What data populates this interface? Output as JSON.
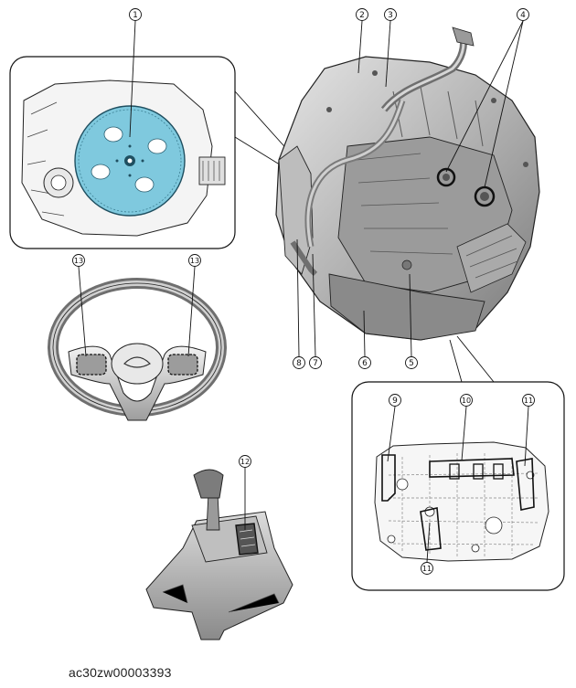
{
  "figure": {
    "code": "ac30zw00003393",
    "callouts": [
      {
        "id": "c1",
        "label": "1"
      },
      {
        "id": "c2",
        "label": "2"
      },
      {
        "id": "c3",
        "label": "3"
      },
      {
        "id": "c4",
        "label": "4"
      },
      {
        "id": "c5",
        "label": "5"
      },
      {
        "id": "c6",
        "label": "6"
      },
      {
        "id": "c7",
        "label": "7"
      },
      {
        "id": "c8",
        "label": "8"
      },
      {
        "id": "c9",
        "label": "9"
      },
      {
        "id": "c10",
        "label": "10"
      },
      {
        "id": "c11a",
        "label": "11"
      },
      {
        "id": "c11b",
        "label": "11"
      },
      {
        "id": "c12",
        "label": "12"
      },
      {
        "id": "c13a",
        "label": "13"
      },
      {
        "id": "c13b",
        "label": "13"
      }
    ]
  },
  "colors": {
    "flywheel": "#7fc9de",
    "metal_light": "#d4d4d4",
    "metal_mid": "#a9a9a9",
    "metal_dark": "#6d6d6d",
    "outline": "#1a1a1a"
  }
}
